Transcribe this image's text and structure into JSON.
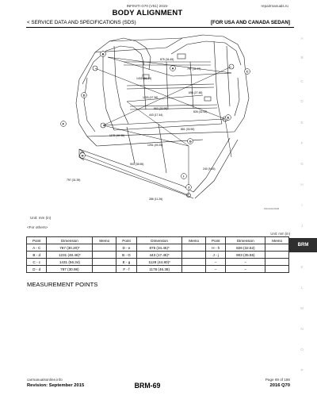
{
  "header": {
    "center_small": "INFINITI G70 (V51) 2015-",
    "right_small": "repairmanuals.ru",
    "title": "BODY ALIGNMENT",
    "left": "< SERVICE DATA AND SPECIFICATIONS (SDS)",
    "right_bracket": "[FOR USA AND CANADA SEDAN]"
  },
  "side_tabs": [
    "A",
    "B",
    "C",
    "D",
    "E",
    "F",
    "G",
    "H",
    "I",
    "J",
    "K",
    "L",
    "M",
    "N",
    "O",
    "P"
  ],
  "active_tab": "BRM",
  "diagram": {
    "code": "JSKIA0123GB",
    "points": [
      "A",
      "B",
      "C",
      "D",
      "E",
      "F",
      "G",
      "H",
      "I",
      "J"
    ],
    "dimension_labels": [
      "875 (34.45)",
      "797 (31.37)",
      "1431 (56.34)",
      "1203 (47.36)",
      "863 (33.98)",
      "443 (17.44)",
      "1178 (46.38)",
      "826 (32.52)",
      "903 (35.55)",
      "797 (31.39)",
      "1251 (49.25)",
      "698 (27.48)",
      "240 (9.45)",
      "286 (11.26)",
      "861 (33.90)"
    ]
  },
  "unit_note": "Unit: mm (in)",
  "rhd_note": "<For others>",
  "table_unit": "Unit: mm (in)",
  "table": {
    "headers": [
      "Point",
      "Dimension",
      "Memo",
      "Point",
      "Dimension",
      "Memo",
      "Point",
      "Dimension",
      "Memo"
    ],
    "rows": [
      [
        "A - C",
        "767 (30.20)*",
        "",
        "D - e",
        "875 (34.45)*",
        "",
        "H - h",
        "826 (32.52)",
        ""
      ],
      [
        "B - d",
        "1231 (48.46)*",
        "",
        "B - G",
        "443 (17.45)*",
        "",
        "J - j",
        "903 (35.55)",
        ""
      ],
      [
        "C - c",
        "1431 (56.34)",
        "",
        "E - g",
        "1128 (44.80)*",
        "",
        "–",
        "–",
        ""
      ],
      [
        "D - d",
        "787 (30.98)",
        "",
        "F - f",
        "1178 (46.38)",
        "",
        "–",
        "–",
        ""
      ]
    ]
  },
  "measurement_title": "MEASUREMENT POINTS",
  "footer": {
    "site": "carmanualsonline.info",
    "revision": "Revision: September 2015",
    "page": "BRM-69",
    "page_of": "Page 69 of 186",
    "model": "2016 Q70"
  }
}
